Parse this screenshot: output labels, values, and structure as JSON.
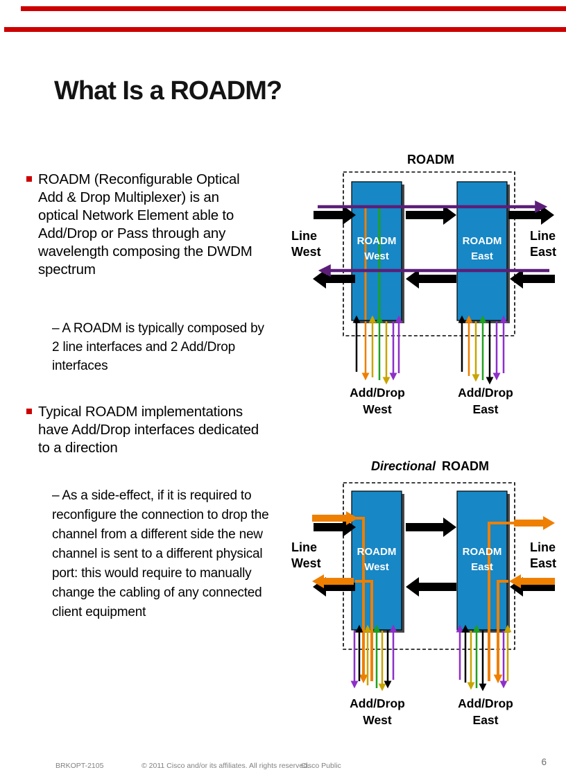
{
  "slide": {
    "title": "What Is a ROADM?",
    "page_number": "6"
  },
  "bullets": {
    "b1": "ROADM (Reconfigurable Optical\nAdd & Drop Multiplexer) is an\noptical Network Element able to\nAdd/Drop or Pass through any\nwavelength composing the DWDM\nspectrum",
    "b1_sub": "– A ROADM is typically composed by\n2 line interfaces and 2 Add/Drop\ninterfaces",
    "b2": "Typical ROADM implementations\nhave Add/Drop interfaces dedicated\nto a direction",
    "b2_sub": "– As a side-effect, if it is required to\nreconfigure the connection to drop the\nchannel from a different side the new\nchannel is sent to a different physical\nport: this would require to manually\nchange the cabling of any connected\nclient equipment"
  },
  "diagram1": {
    "title": "ROADM",
    "node_west": {
      "line1": "ROADM",
      "line2": "West"
    },
    "node_east": {
      "line1": "ROADM",
      "line2": "East"
    },
    "line_west": {
      "line1": "Line",
      "line2": "West"
    },
    "line_east": {
      "line1": "Line",
      "line2": "East"
    },
    "adddrop_west": {
      "line1": "Add/Drop",
      "line2": "West"
    },
    "adddrop_east": {
      "line1": "Add/Drop",
      "line2": "East"
    }
  },
  "diagram2": {
    "title_italic": "Directional",
    "title_rest": "ROADM",
    "node_west": {
      "line1": "ROADM",
      "line2": "West"
    },
    "node_east": {
      "line1": "ROADM",
      "line2": "East"
    },
    "line_west": {
      "line1": "Line",
      "line2": "West"
    },
    "line_east": {
      "line1": "Line",
      "line2": "East"
    },
    "adddrop_west": {
      "line1": "Add/Drop",
      "line2": "West"
    },
    "adddrop_east": {
      "line1": "Add/Drop",
      "line2": "East"
    }
  },
  "footer": {
    "session_id": "BRKOPT-2105",
    "copyright": "© 2011 Cisco and/or its affiliates. All rights reserved.",
    "classification": "Cisco Public"
  },
  "colors": {
    "accent_red": "#CC0000",
    "node_blue": "#1787C5",
    "express_purple": "#5B1E78",
    "wl_purple": "#8E2FC9",
    "wl_orange": "#EE7F00",
    "wl_gold": "#C8A400",
    "wl_green": "#1FA11F",
    "wl_black": "#000000"
  }
}
